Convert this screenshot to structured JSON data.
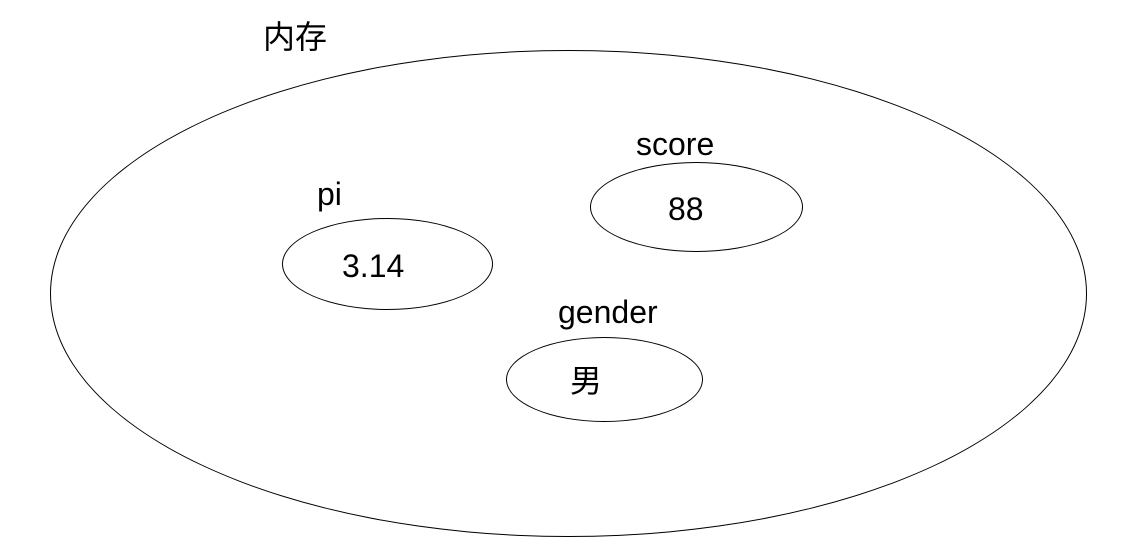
{
  "diagram": {
    "type": "memory-variable-diagram",
    "background_color": "#ffffff",
    "stroke_color": "#000000",
    "text_color": "#000000",
    "container": {
      "label": "内存"
    },
    "variables": [
      {
        "name": "pi",
        "value": "3.14"
      },
      {
        "name": "score",
        "value": "88"
      },
      {
        "name": "gender",
        "value": "男"
      }
    ]
  }
}
